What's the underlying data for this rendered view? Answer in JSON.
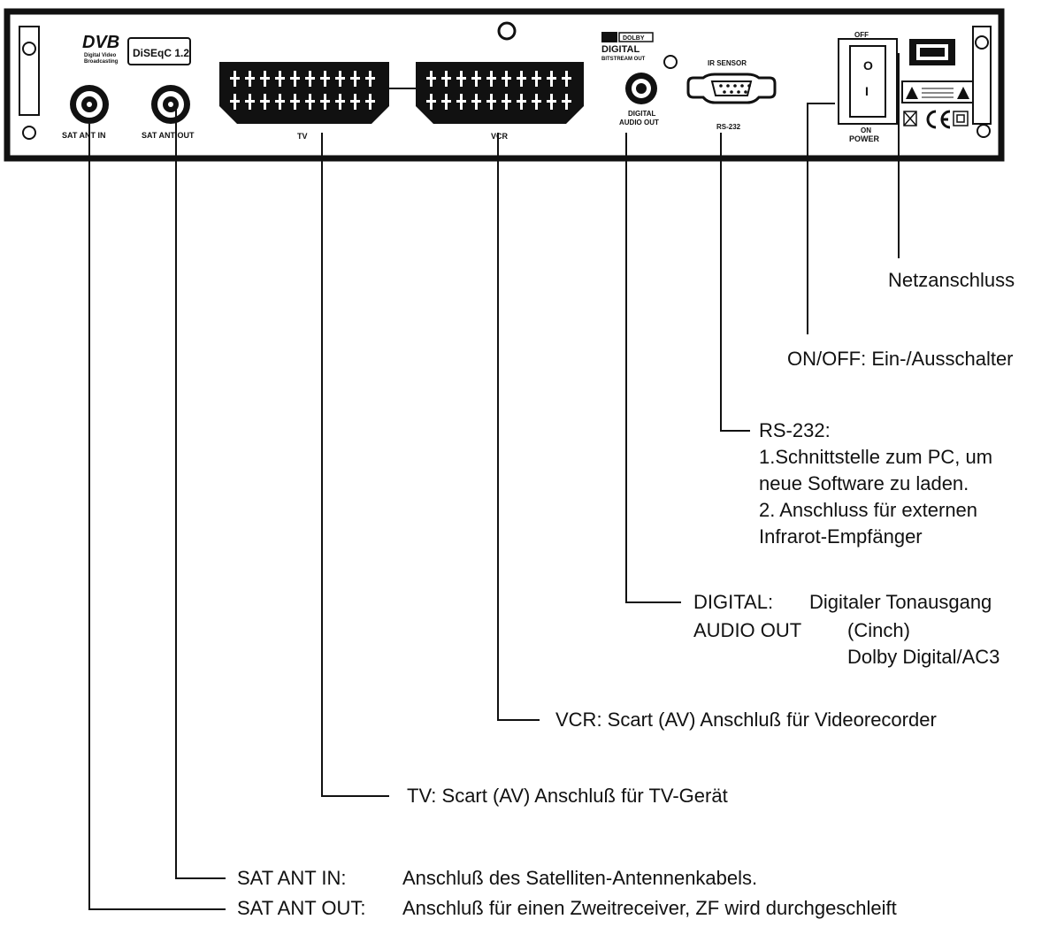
{
  "panel": {
    "logos": {
      "dvb": "DVB",
      "dvb_sub1": "Digital Video",
      "dvb_sub2": "Broadcasting",
      "diseqc": "DiSEqC 1.2",
      "dolby": "DOLBY",
      "digital": "DIGITAL",
      "bitstream": "BITSTREAM OUT"
    },
    "labels": {
      "sat_ant_in": "SAT ANT IN",
      "sat_ant_out": "SAT ANT OUT",
      "tv": "TV",
      "vcr": "VCR",
      "digital_audio_line1": "DIGITAL",
      "digital_audio_line2": "AUDIO OUT",
      "ir_sensor": "IR SENSOR",
      "rs232": "RS-232",
      "off": "OFF",
      "on": "ON",
      "power": "POWER",
      "switch_off_symbol": "O",
      "switch_on_symbol": "I"
    }
  },
  "callouts": {
    "netzanschluss": "Netzanschluss",
    "on_off": "ON/OFF: Ein-/Ausschalter",
    "rs232_title": "RS-232:",
    "rs232_line1": "1.Schnittstelle zum PC, um",
    "rs232_line2": "neue Software zu laden.",
    "rs232_line3": "2. Anschluss für externen",
    "rs232_line4": "Infrarot-Empfänger",
    "digital_key": "DIGITAL:",
    "digital_val": "Digitaler Tonausgang",
    "audio_out_key": "AUDIO OUT",
    "audio_out_val": "(Cinch)",
    "audio_out_val2": "Dolby Digital/AC3",
    "vcr": "VCR: Scart (AV) Anschluß für Videorecorder",
    "tv": "TV: Scart (AV) Anschluß für TV-Gerät",
    "sat_in_key": "SAT ANT IN:",
    "sat_in_val": "Anschluß des Satelliten-Antennenkabels.",
    "sat_out_key": "SAT ANT OUT:",
    "sat_out_val": "Anschluß für einen Zweitreceiver, ZF wird durchgeschleift"
  }
}
